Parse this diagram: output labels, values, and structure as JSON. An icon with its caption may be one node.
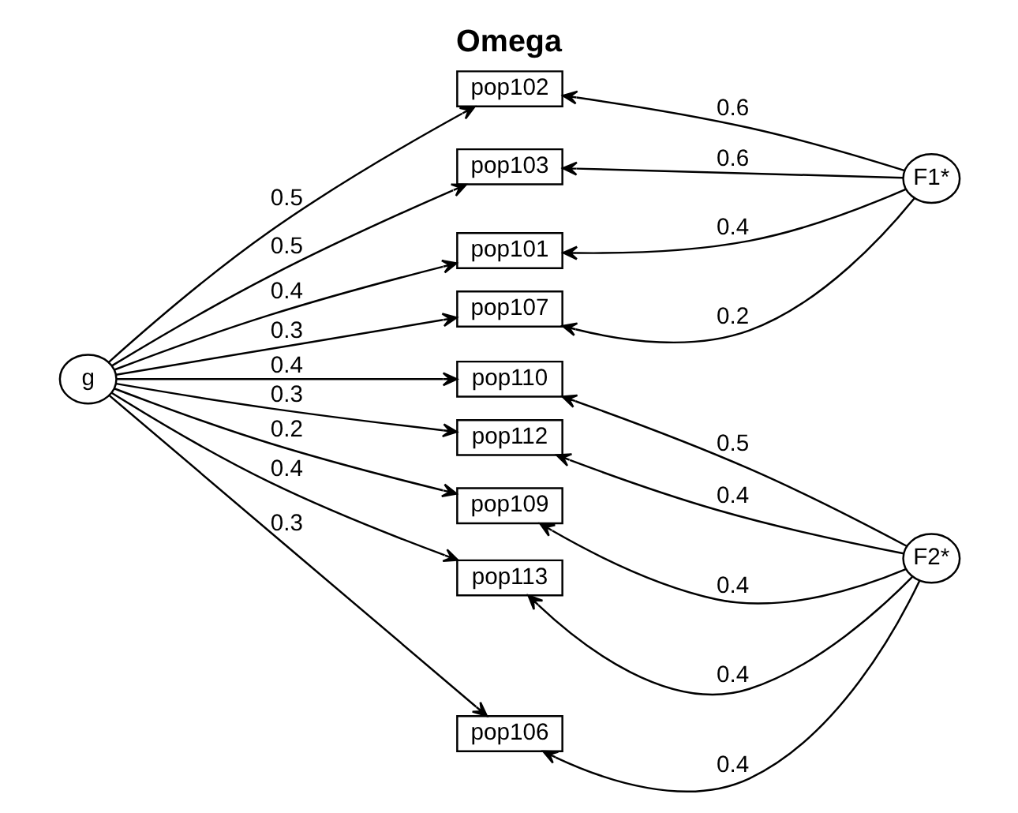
{
  "diagram": {
    "title": "Omega",
    "nodes": [
      {
        "text": [
          "g"
        ]
      },
      {
        "text": [
          "pop102"
        ]
      },
      {
        "text": [
          "pop103"
        ]
      },
      {
        "text": [
          "pop101"
        ]
      },
      {
        "text": [
          "pop107"
        ]
      },
      {
        "text": [
          "pop110"
        ]
      },
      {
        "text": [
          "pop112"
        ]
      },
      {
        "text": [
          "pop109"
        ]
      },
      {
        "text": [
          "pop113"
        ]
      },
      {
        "text": [
          "pop106"
        ]
      },
      {
        "text": [
          "F1*"
        ]
      },
      {
        "text": [
          "F2*"
        ]
      }
    ],
    "edges": [
      {
        "from": 0,
        "to": 1,
        "arrow": "to",
        "label": "0.5"
      },
      {
        "from": 0,
        "to": 2,
        "arrow": "to",
        "label": "0.5"
      },
      {
        "from": 0,
        "to": 3,
        "arrow": "to",
        "label": "0.4"
      },
      {
        "from": 0,
        "to": 4,
        "arrow": "to",
        "label": "0.3"
      },
      {
        "from": 0,
        "to": 5,
        "arrow": "to",
        "label": "0.4"
      },
      {
        "from": 0,
        "to": 6,
        "arrow": "to",
        "label": "0.3"
      },
      {
        "from": 0,
        "to": 7,
        "arrow": "to",
        "label": "0.2"
      },
      {
        "from": 0,
        "to": 8,
        "arrow": "to",
        "label": "0.4"
      },
      {
        "from": 0,
        "to": 9,
        "arrow": "to",
        "label": "0.3"
      },
      {
        "from": 10,
        "to": 1,
        "arrow": "to",
        "label": "0.6"
      },
      {
        "from": 10,
        "to": 2,
        "arrow": "to",
        "label": "0.6"
      },
      {
        "from": 10,
        "to": 3,
        "arrow": "to",
        "label": "0.4"
      },
      {
        "from": 10,
        "to": 4,
        "arrow": "to",
        "label": "0.2"
      },
      {
        "from": 11,
        "to": 5,
        "arrow": "to",
        "label": "0.5"
      },
      {
        "from": 11,
        "to": 6,
        "arrow": "to",
        "label": "0.4"
      },
      {
        "from": 11,
        "to": 7,
        "arrow": "to",
        "label": "0.4"
      },
      {
        "from": 11,
        "to": 8,
        "arrow": "to",
        "label": "0.4"
      },
      {
        "from": 11,
        "to": 9,
        "arrow": "to",
        "label": "0.4"
      }
    ]
  }
}
